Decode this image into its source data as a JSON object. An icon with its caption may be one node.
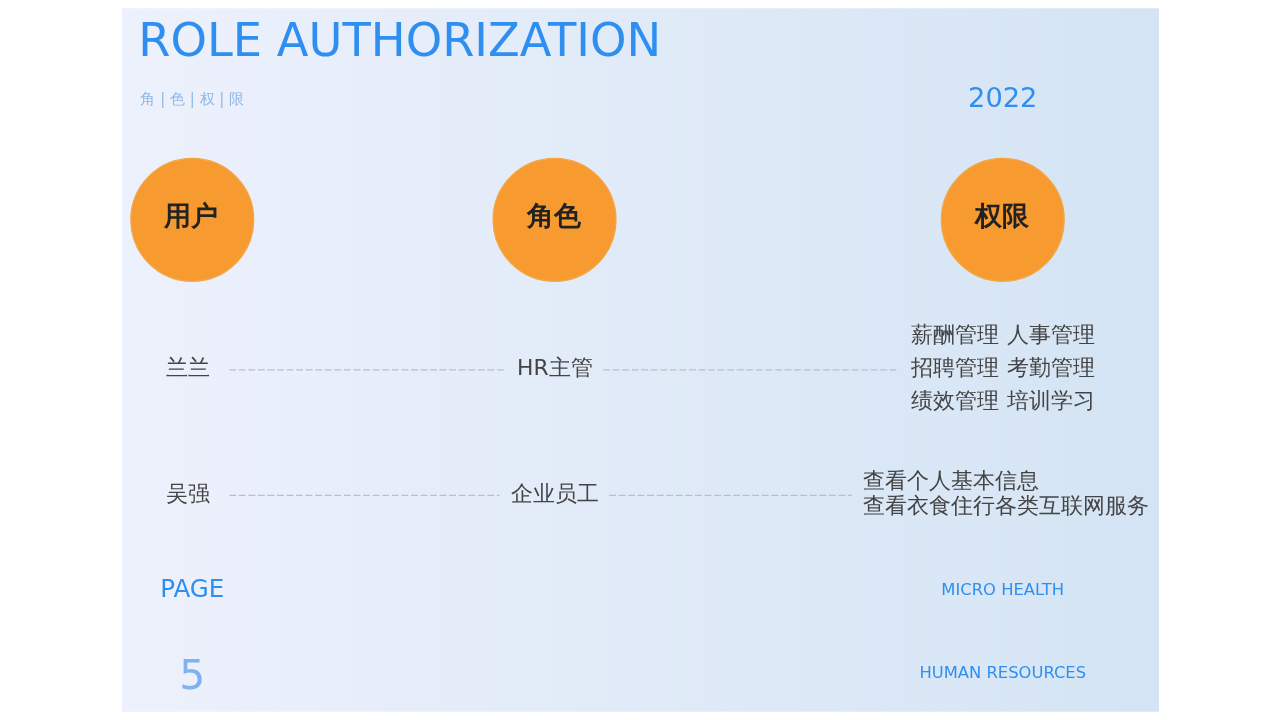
{
  "diagram": {
    "title": "ROLE AUTHORIZATION",
    "nodes": [
      {
        "text": [
          "用户"
        ]
      },
      {
        "text": [
          "角色"
        ]
      },
      {
        "text": [
          "权限"
        ]
      },
      {
        "text": [
          "兰兰"
        ]
      },
      {
        "text": [
          "HR主管"
        ]
      },
      {
        "text": [
          "薪酬管理",
          "人事管理",
          "招聘管理",
          "考勤管理",
          "绩效管理",
          "培训学习"
        ]
      },
      {
        "text": [
          "吴强"
        ]
      },
      {
        "text": [
          "企业员工"
        ]
      },
      {
        "text": [
          "查看个人基本信息",
          "查看衣食住行各类互联网服务"
        ]
      }
    ],
    "edges": [
      {
        "from": 3,
        "to": 4,
        "arrow": "none",
        "style": "dashed"
      },
      {
        "from": 4,
        "to": 5,
        "arrow": "none",
        "style": "dashed"
      },
      {
        "from": 6,
        "to": 7,
        "arrow": "none",
        "style": "dashed"
      },
      {
        "from": 7,
        "to": 8,
        "arrow": "none",
        "style": "dashed"
      }
    ],
    "labels": [
      "角 | 色 | 权 | 限",
      "2022",
      "PAGE",
      "5",
      "MICRO HEALTH",
      "HUMAN RESOURCES"
    ]
  }
}
